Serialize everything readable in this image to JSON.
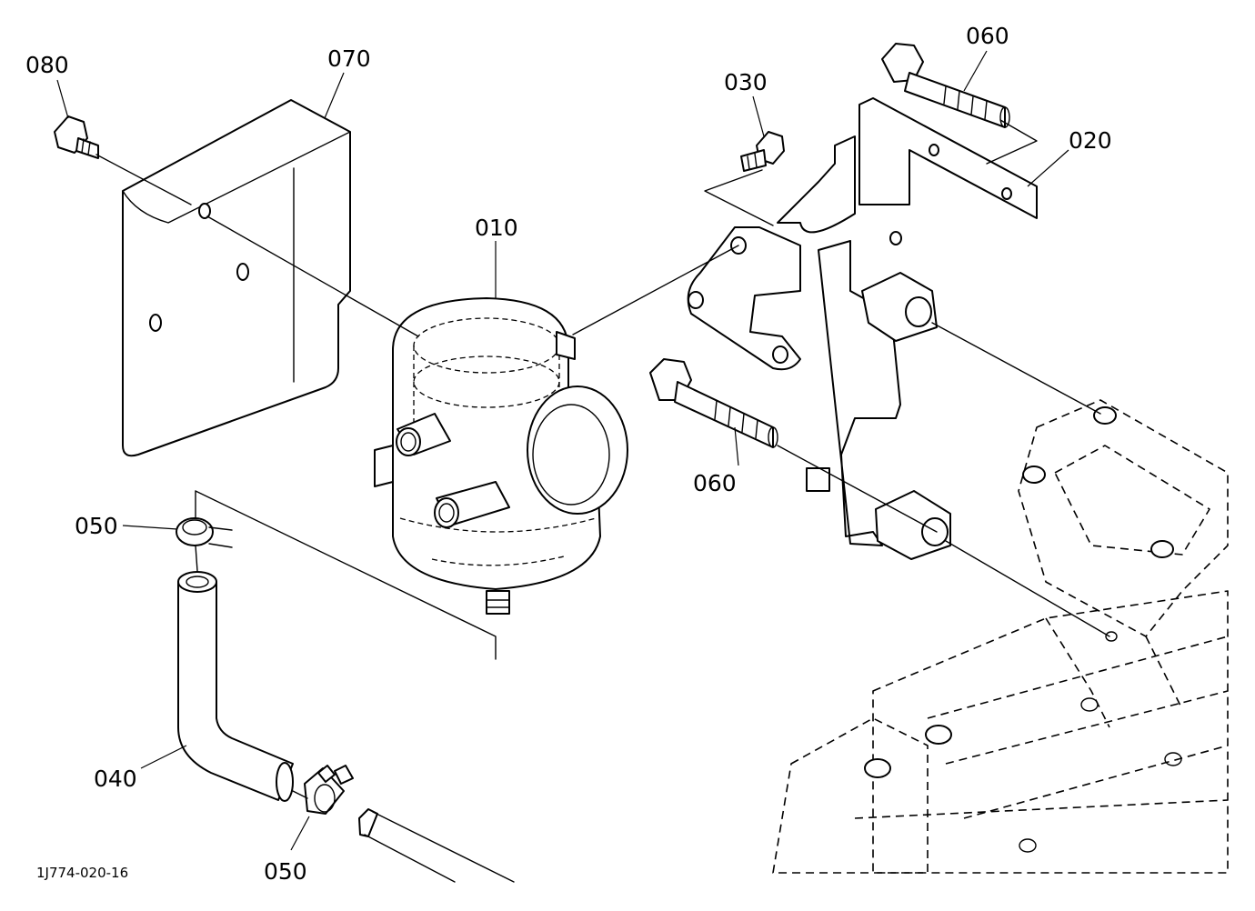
{
  "labels": {
    "p010": "010",
    "p020": "020",
    "p030": "030",
    "p040": "040",
    "p050a": "050",
    "p050b": "050",
    "p060a": "060",
    "p060b": "060",
    "p070": "070",
    "p080": "080"
  },
  "ref_code": "1J774-020-16"
}
